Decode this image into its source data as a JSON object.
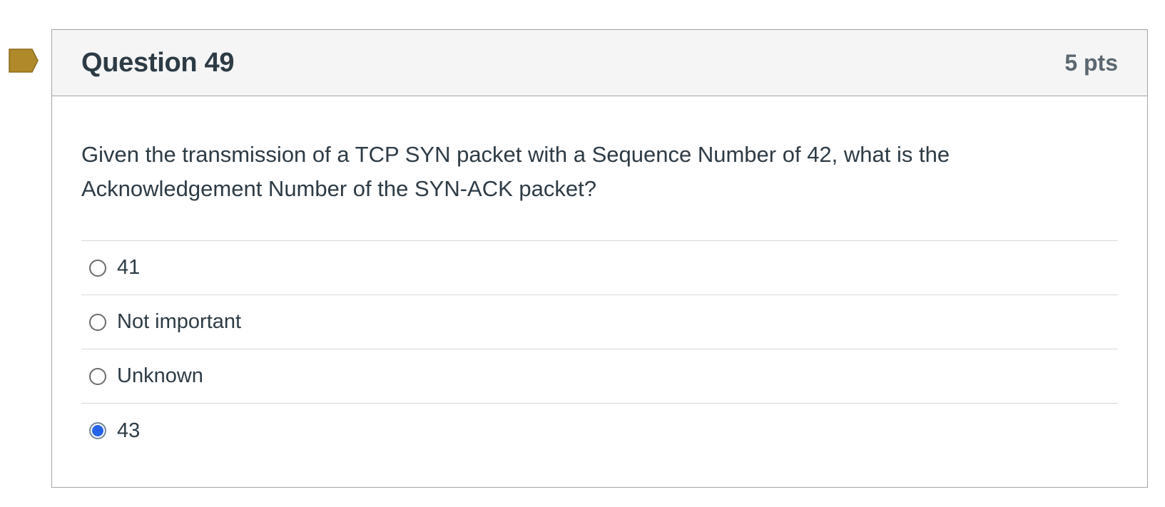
{
  "question": {
    "title": "Question 49",
    "points": "5 pts",
    "text": "Given the transmission of a TCP SYN packet with a Sequence Number of 42, what is the Acknowledgement Number of the SYN-ACK packet?",
    "flag_icon": "bookmark-flag-icon",
    "flag_color": "#b0892a",
    "answers": [
      {
        "label": "41",
        "selected": false
      },
      {
        "label": "Not important",
        "selected": false
      },
      {
        "label": "Unknown",
        "selected": false
      },
      {
        "label": "43",
        "selected": true
      }
    ]
  },
  "colors": {
    "selected_radio": "#2563eb",
    "header_bg": "#f5f5f5",
    "border": "#a5a5a5",
    "text": "#2d3b45"
  }
}
